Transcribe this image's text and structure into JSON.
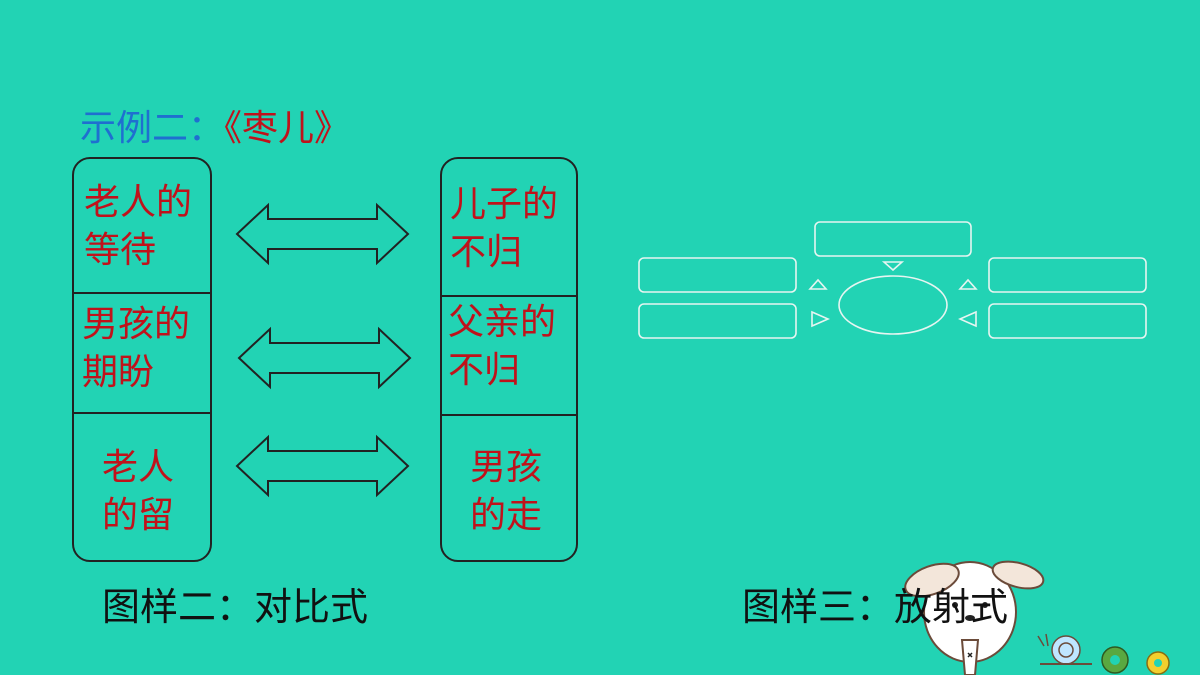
{
  "title": {
    "prefix": "示例二：",
    "book": "《枣儿》"
  },
  "left_column": [
    {
      "line1": "老人的",
      "line2": "等待"
    },
    {
      "line1": "男孩的",
      "line2": "期盼"
    },
    {
      "line1": "老人",
      "line2": "的留"
    }
  ],
  "right_column": [
    {
      "line1": "儿子的",
      "line2": "不归"
    },
    {
      "line1": "父亲的",
      "line2": "不归"
    },
    {
      "line1": "男孩",
      "line2": "的走"
    }
  ],
  "captions": {
    "left": "图样二：对比式",
    "right": "图样三：放射式"
  },
  "colors": {
    "background": "#22d3b4",
    "title_prefix": "#1f6fd0",
    "red_text": "#c0121b"
  }
}
